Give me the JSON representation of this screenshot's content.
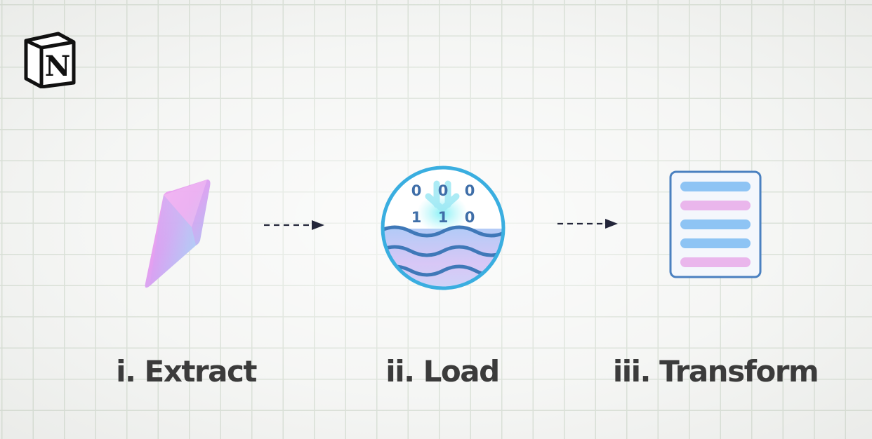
{
  "brand": {
    "logo_letter": "N"
  },
  "diagram": {
    "steps": [
      {
        "label": "i. Extract"
      },
      {
        "label": "ii. Load",
        "digits_top": [
          "0",
          "0",
          "0"
        ],
        "digits_bottom": [
          "1",
          "1",
          "0"
        ]
      },
      {
        "label": "iii. Transform"
      }
    ]
  },
  "colors": {
    "lake_ring": "#3aaee0",
    "waves": "#3f78b8",
    "doc_border": "#4a80c0",
    "doc_blue_line": "#8ec4f4",
    "doc_pink_line": "#eab6ec",
    "text": "#3b3b3b",
    "arrow": "#23263a"
  },
  "icons": [
    "notion-logo-icon",
    "crystal-prism-icon",
    "data-lake-icon",
    "document-table-icon",
    "arrow-right-icon"
  ]
}
